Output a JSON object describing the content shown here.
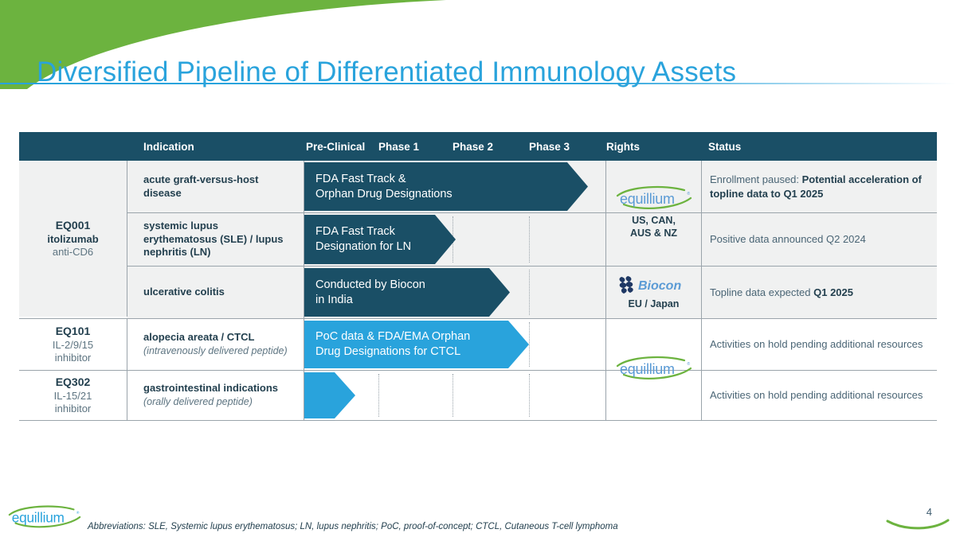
{
  "slide": {
    "title": "Diversified Pipeline of Differentiated Immunology Assets",
    "page_number": "4",
    "footnote": "Abbreviations: SLE, Systemic lupus erythematosus; LN, lupus nephritis; PoC, proof-of-concept; CTCL, Cutaneous T-cell lymphoma",
    "brand": "equillium"
  },
  "colors": {
    "title_blue": "#29a3dc",
    "header_teal": "#1a4f66",
    "arrow_dark": "#1a4f66",
    "arrow_light": "#29a3dc",
    "green": "#6cb33f",
    "row_shade": "#f0f1f1",
    "border": "#9aa4ab"
  },
  "table": {
    "headers": {
      "asset": "",
      "indication": "Indication",
      "pre_clinical": "Pre-Clinical",
      "phase1": "Phase 1",
      "phase2": "Phase 2",
      "phase3": "Phase 3",
      "rights": "Rights",
      "status": "Status"
    },
    "groups": [
      {
        "asset": {
          "code": "EQ001",
          "name": "itolizumab",
          "target": "anti-CD6"
        },
        "rows": [
          {
            "indication": "acute graft-versus-host disease",
            "indication_note": "",
            "bar": {
              "label_line1": "FDA Fast Track &",
              "label_line2": "Orphan Drug Designations",
              "style": "dark",
              "extent_pct": 94
            },
            "status_plain": "Enrollment paused: ",
            "status_bold": "Potential acceleration of topline data to Q1 2025"
          },
          {
            "indication": "systemic lupus erythematosus (SLE) / lupus nephritis (LN)",
            "indication_note": "",
            "bar": {
              "label_line1": "FDA Fast Track",
              "label_line2": "Designation for LN",
              "style": "dark",
              "extent_pct": 50
            },
            "status_plain": "Positive data announced Q2 2024",
            "status_bold": ""
          },
          {
            "indication": "ulcerative colitis",
            "indication_note": "",
            "bar": {
              "label_line1": "Conducted by Biocon",
              "label_line2": "in India",
              "style": "dark",
              "extent_pct": 68
            },
            "status_plain": "Topline data expected ",
            "status_bold": "Q1 2025"
          }
        ],
        "rights": [
          {
            "logo": "equillium-logo",
            "label": "US, CAN,\nAUS & NZ"
          },
          {
            "logo": "biocon-logo",
            "label": "EU / Japan"
          }
        ]
      },
      {
        "asset": {
          "code": "EQ101",
          "name": "IL-2/9/15",
          "target": "inhibitor"
        },
        "rows": [
          {
            "indication": "alopecia areata / CTCL",
            "indication_note": "(intravenously delivered peptide)",
            "bar": {
              "label_line1": "PoC data & FDA/EMA Orphan",
              "label_line2": "Drug Designations for CTCL",
              "style": "light",
              "extent_pct": 74
            },
            "status_plain": "Activities on hold pending additional resources",
            "status_bold": ""
          }
        ],
        "rights": [
          {
            "logo": "equillium-logo",
            "label": ""
          }
        ]
      },
      {
        "asset": {
          "code": "EQ302",
          "name": "IL-15/21",
          "target": "inhibitor"
        },
        "rows": [
          {
            "indication": "gastrointestinal indications",
            "indication_note": "(orally delivered peptide)",
            "bar": {
              "label_line1": "",
              "label_line2": "",
              "style": "light",
              "extent_pct": 17
            },
            "status_plain": "Activities on hold pending additional resources",
            "status_bold": ""
          }
        ],
        "rights": [
          {
            "logo": "",
            "label": ""
          }
        ]
      }
    ]
  }
}
